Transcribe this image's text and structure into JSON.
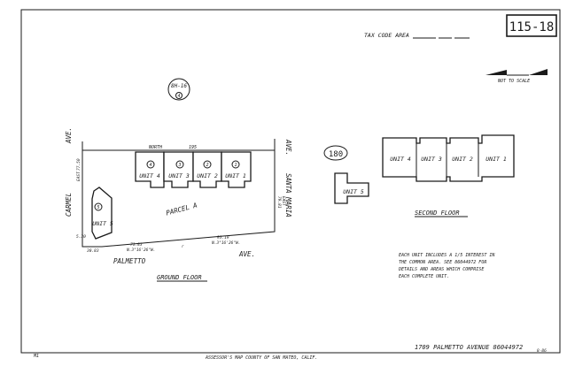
{
  "header": {
    "map_number": "115-18",
    "tax_code_area_label": "TAX CODE AREA",
    "scale_note": "NOT TO SCALE"
  },
  "parcel_refs": {
    "top_circle": "8H-16",
    "top_circle_sub": "4",
    "center_circle": "180"
  },
  "streets": {
    "carmel": "CARMEL",
    "carmel_ave": "AVE.",
    "santa_maria": "SANTA MARIA",
    "santa_maria_ave": "AVE.",
    "palmetto": "PALMETTO",
    "palmetto_ave": "AVE."
  },
  "ground_floor": {
    "units": [
      {
        "number": "4",
        "label": "UNIT 4"
      },
      {
        "number": "3",
        "label": "UNIT 3"
      },
      {
        "number": "2",
        "label": "UNIT 2"
      },
      {
        "number": "1",
        "label": "UNIT 1"
      }
    ],
    "unit5": {
      "number": "5",
      "label": "UNIT 5"
    },
    "parcel_label": "PARCEL  A",
    "north_label": "NORTH",
    "north_dim": "195",
    "left_dim": "EAST",
    "left_dim_num": "77.50",
    "right_dim": "EAST",
    "right_dim_num": "79.81",
    "bottom_left_dim": "71.83",
    "bottom_left_bearing": "N.3°16'26\"W.",
    "bottom_right_dim": "93.19",
    "bottom_right_bearing": "N.3°16'26\"W.",
    "corner_dim": "5.30",
    "corner_dim2": "30.83",
    "title": "GROUND  FLOOR"
  },
  "second_floor": {
    "units": [
      {
        "label": "UNIT 4"
      },
      {
        "label": "UNIT 3"
      },
      {
        "label": "UNIT 2"
      },
      {
        "label": "UNIT 1"
      }
    ],
    "unit5": "UNIT 5",
    "title": "SECOND  FLOOR"
  },
  "note": {
    "line1": "EACH UNIT INCLUDES A 1/5 INTEREST IN",
    "line2": "THE COMMON AREA. SEE 86044972 FOR",
    "line3": "DETAILS AND AREAS WHICH COMPRISE",
    "line4": "EACH COMPLETE UNIT."
  },
  "footer": {
    "left_code": "M1",
    "assessor": "ASSESSOR'S MAP COUNTY OF SAN MATEO, CALIF.",
    "address": "1709 PALMETTO AVENUE 86044972",
    "right_code": "8-86"
  }
}
